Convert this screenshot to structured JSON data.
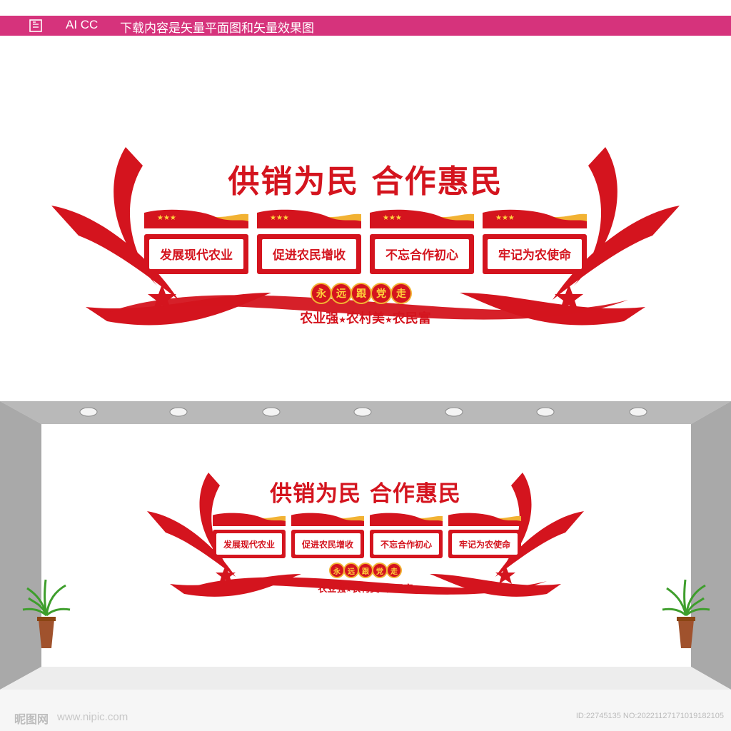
{
  "header": {
    "icon": "document-icon",
    "format_label": "AI CC",
    "description": "下载内容是矢量平面图和矢量效果图"
  },
  "design": {
    "title": "供销为民 合作惠民",
    "cards": [
      "发展现代农业",
      "促进农民增收",
      "不忘合作初心",
      "牢记为农使命"
    ],
    "badge_chars": [
      "永",
      "远",
      "跟",
      "党",
      "走"
    ],
    "motto_parts": [
      "农业强",
      "农村美",
      "农民富"
    ],
    "star_glyph": "★"
  },
  "footer": {
    "logo": "昵图网",
    "url": "www.nipic.com",
    "id_text": "ID:22745135 NO:20221127171019182105"
  },
  "colors": {
    "accent_pink": "#d6337c",
    "brand_red": "#d4141e",
    "gold": "#f2b233",
    "star_yellow": "#ffd23c"
  }
}
